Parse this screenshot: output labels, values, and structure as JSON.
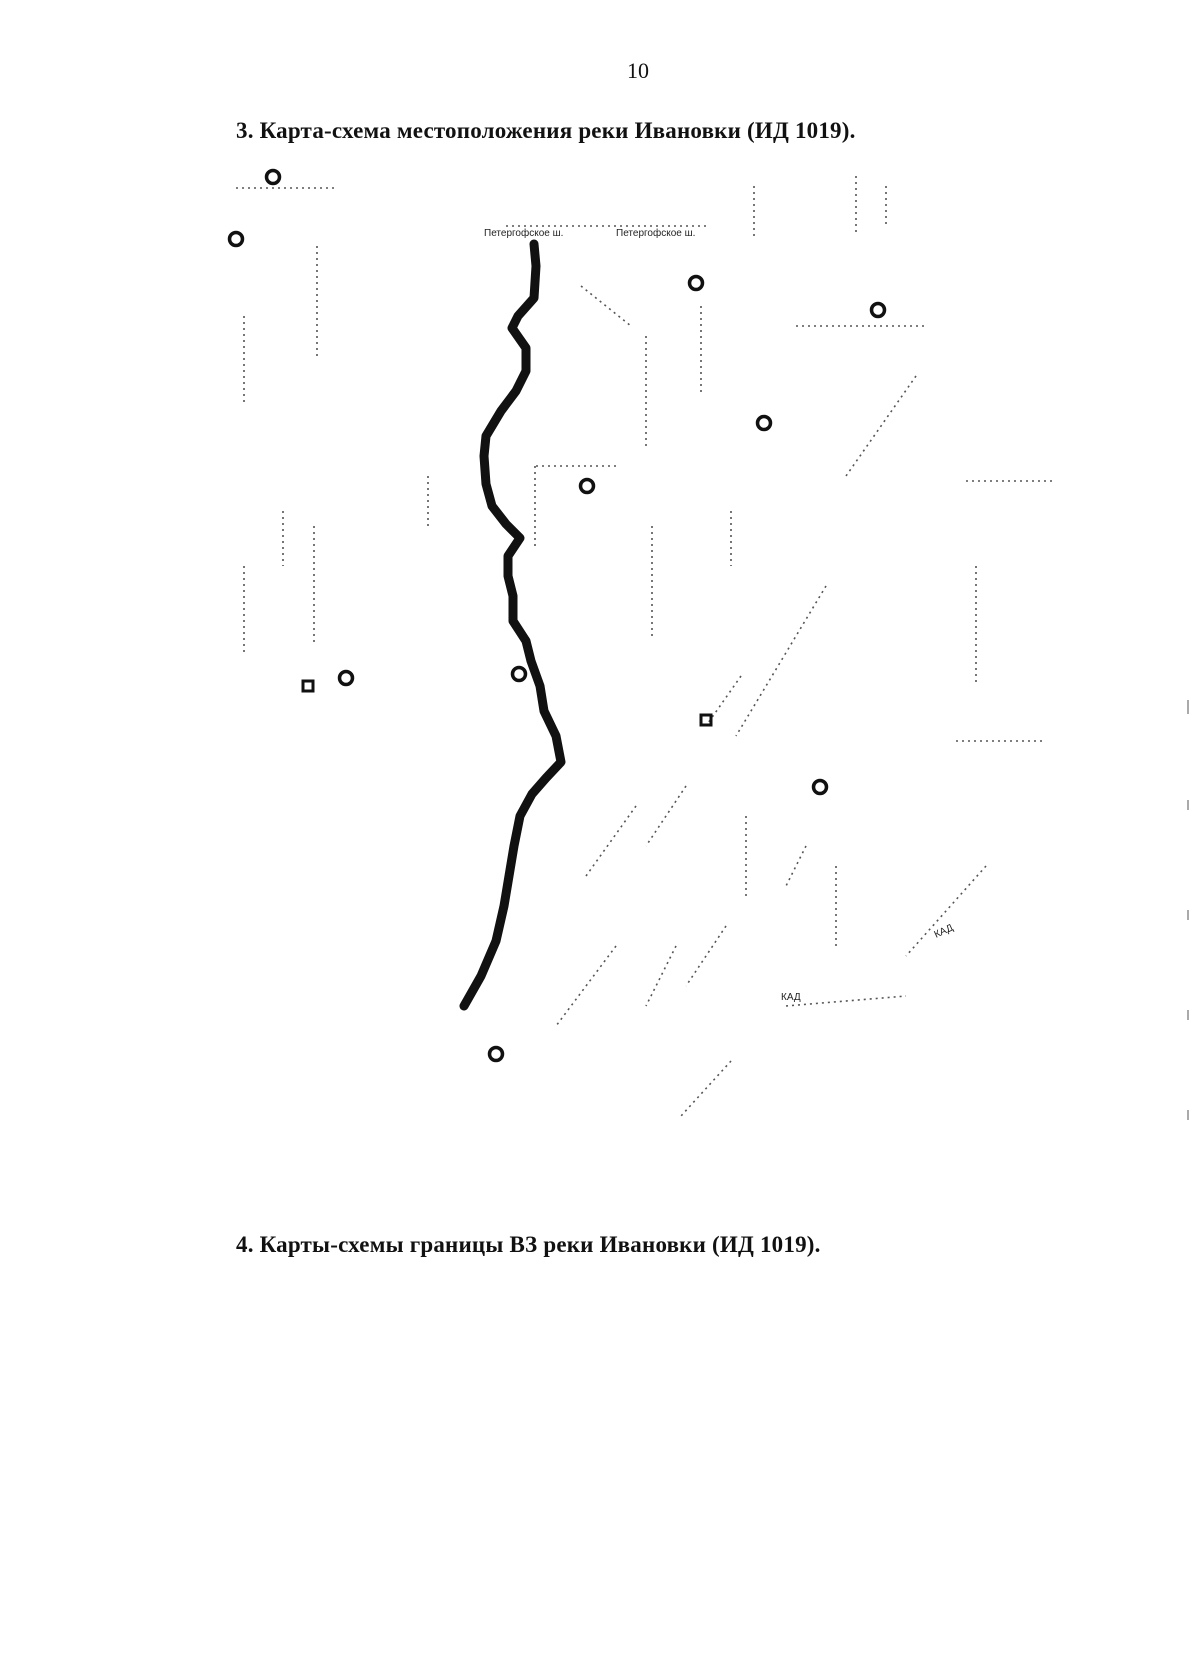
{
  "page": {
    "number": "10"
  },
  "sections": {
    "map_heading": "3. Карта-схема местоположения реки Ивановки (ИД 1019).",
    "boundary_heading": "4. Карты-схемы границы ВЗ реки Ивановки (ИД 1019)."
  },
  "map": {
    "legible_labels": [
      "КАД",
      "КАД",
      "Петергофское ш."
    ],
    "icons": [
      "metro-station-icon",
      "bus-stop-icon"
    ],
    "river_color": "#111111"
  }
}
